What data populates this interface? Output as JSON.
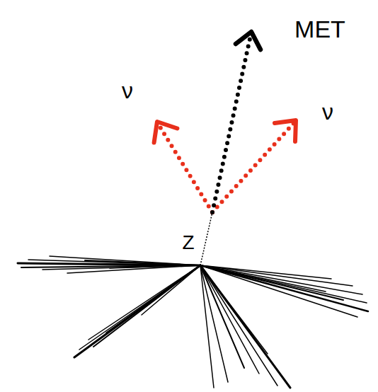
{
  "diagram": {
    "labels": [
      "MET",
      "ν",
      "ν",
      "Z"
    ]
  }
}
